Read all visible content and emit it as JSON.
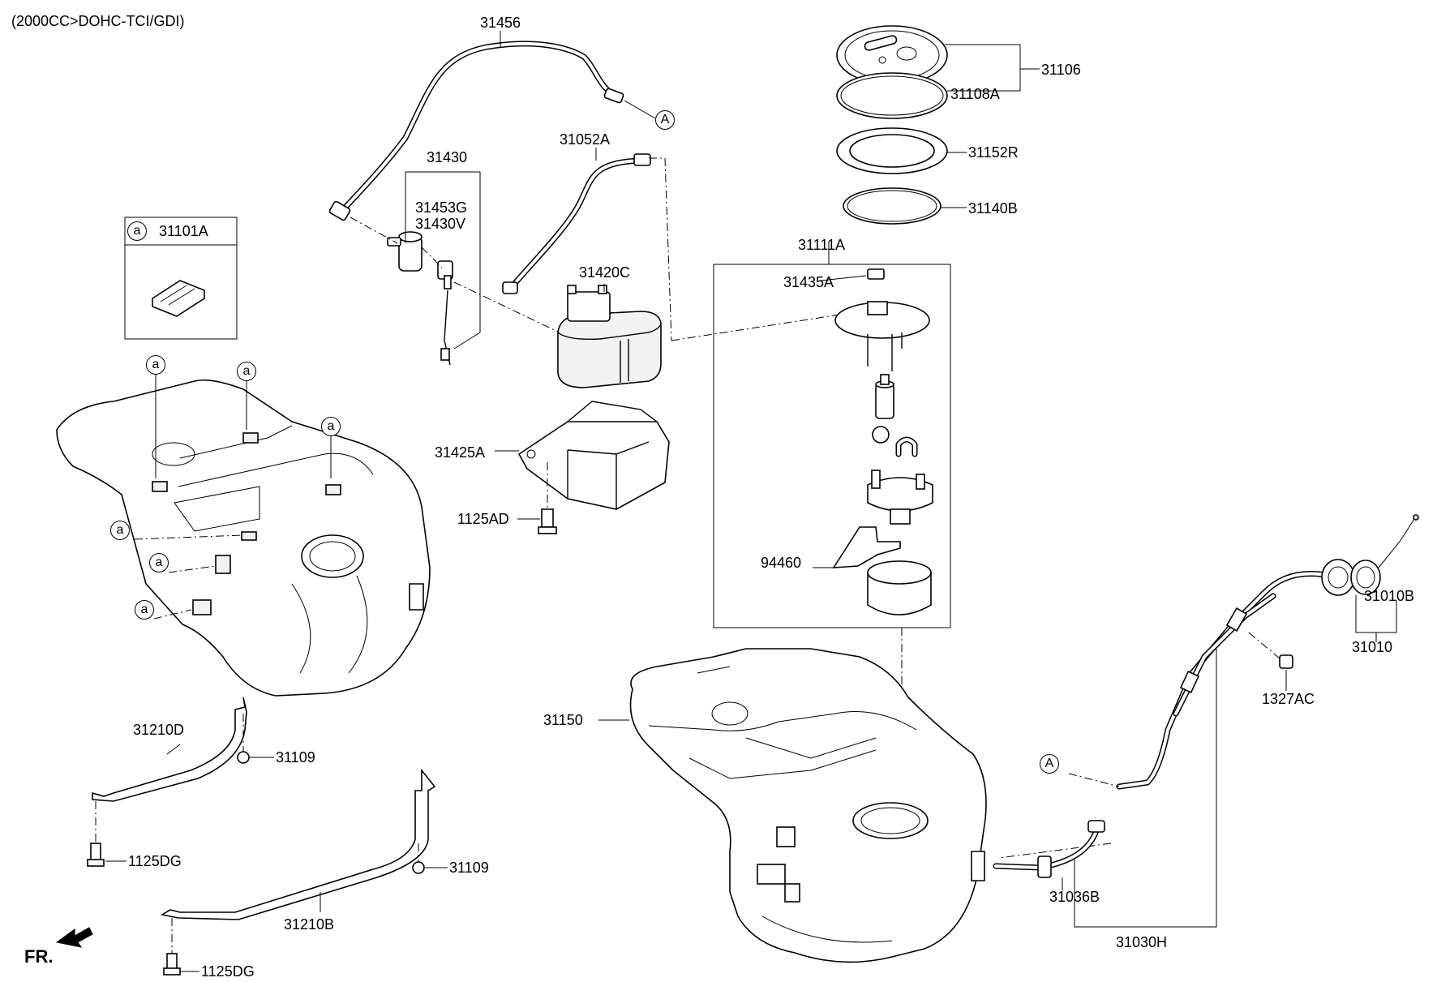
{
  "header": {
    "engine_spec": "(2000CC>DOHC-TCI/GDI)"
  },
  "front_indicator": {
    "label": "FR."
  },
  "callouts": {
    "a_symbol": "a",
    "A_symbol": "A"
  },
  "legend_box": {
    "symbol": "a",
    "part_no": "31101A"
  },
  "parts": {
    "p31456": "31456",
    "p31430": "31430",
    "p31453G": "31453G",
    "p31430V": "31430V",
    "p31052A": "31052A",
    "p31420C": "31420C",
    "p31425A": "31425A",
    "p1125AD": "1125AD",
    "p31106": "31106",
    "p31108A": "31108A",
    "p31152R": "31152R",
    "p31140B": "31140B",
    "p31111A": "31111A",
    "p31435A": "31435A",
    "p94460": "94460",
    "p31010B": "31010B",
    "p31010": "31010",
    "p1327AC": "1327AC",
    "p31150": "31150",
    "p31210D": "31210D",
    "p31109_a": "31109",
    "p1125DG_a": "1125DG",
    "p31109_b": "31109",
    "p31210B": "31210B",
    "p1125DG_b": "1125DG",
    "p31036B": "31036B",
    "p31030H": "31030H"
  },
  "colors": {
    "line": "#000000",
    "background": "#ffffff"
  }
}
